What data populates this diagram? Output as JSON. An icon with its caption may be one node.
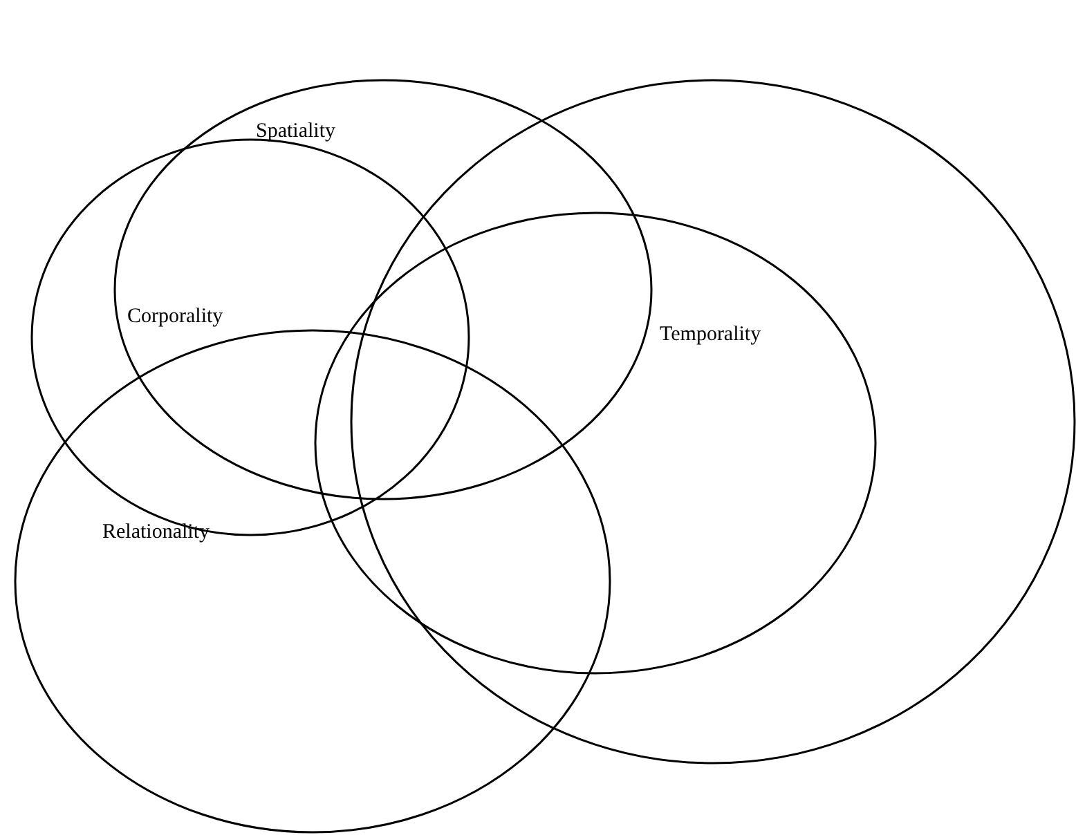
{
  "diagram": {
    "nodes": [
      {
        "text": [
          "Spatiality"
        ]
      },
      {
        "text": [
          "Corporality"
        ]
      },
      {
        "text": [
          "Temporality"
        ]
      },
      {
        "text": [
          "Relationality"
        ]
      },
      {
        "text": [],
        "shape": "ellipse"
      }
    ]
  }
}
